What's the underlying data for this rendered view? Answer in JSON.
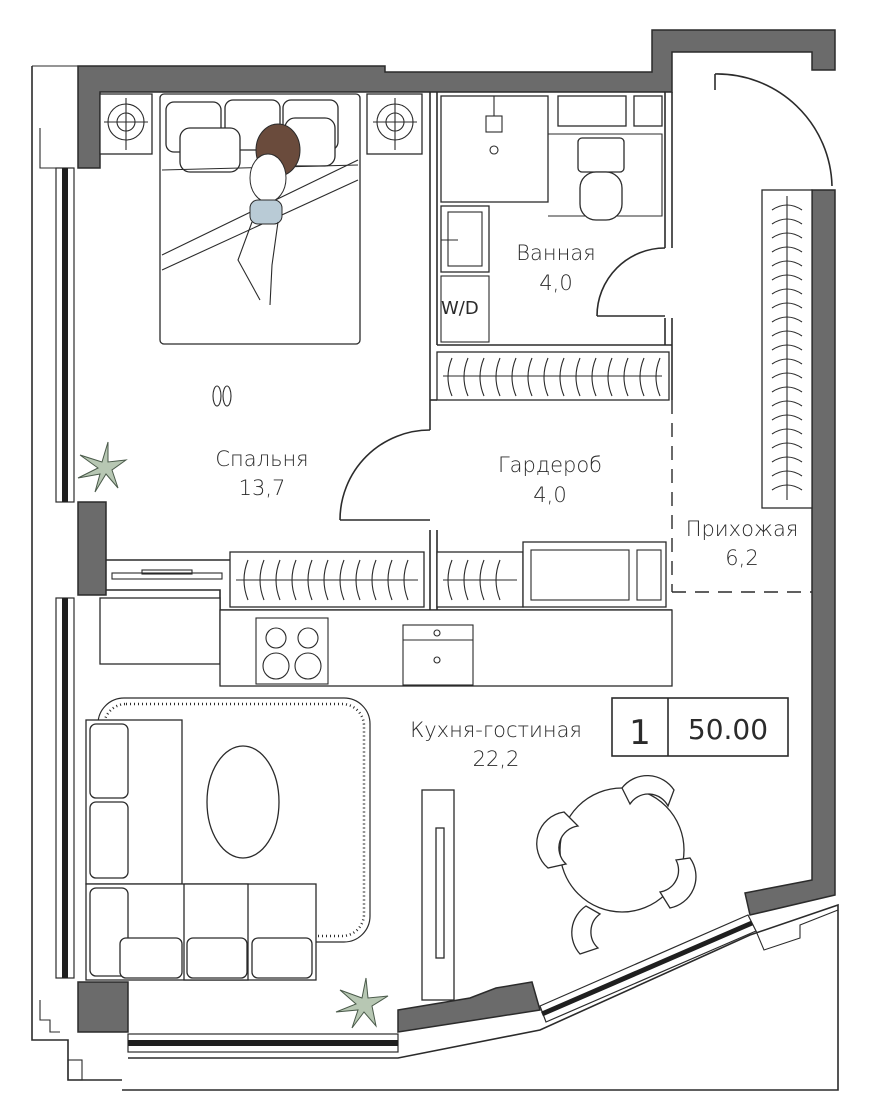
{
  "rooms": {
    "bedroom": {
      "name": "Спальня",
      "area": "13,7"
    },
    "bathroom": {
      "name": "Ванная",
      "area": "4,0"
    },
    "wardrobe": {
      "name": "Гардероб",
      "area": "4,0"
    },
    "hallway": {
      "name": "Прихожая",
      "area": "6,2"
    },
    "kitchen_living": {
      "name": "Кухня-гостиная",
      "area": "22,2"
    }
  },
  "labels": {
    "washer_dryer": "W/D"
  },
  "badge": {
    "rooms_count": "1",
    "total_area": "50.00"
  }
}
